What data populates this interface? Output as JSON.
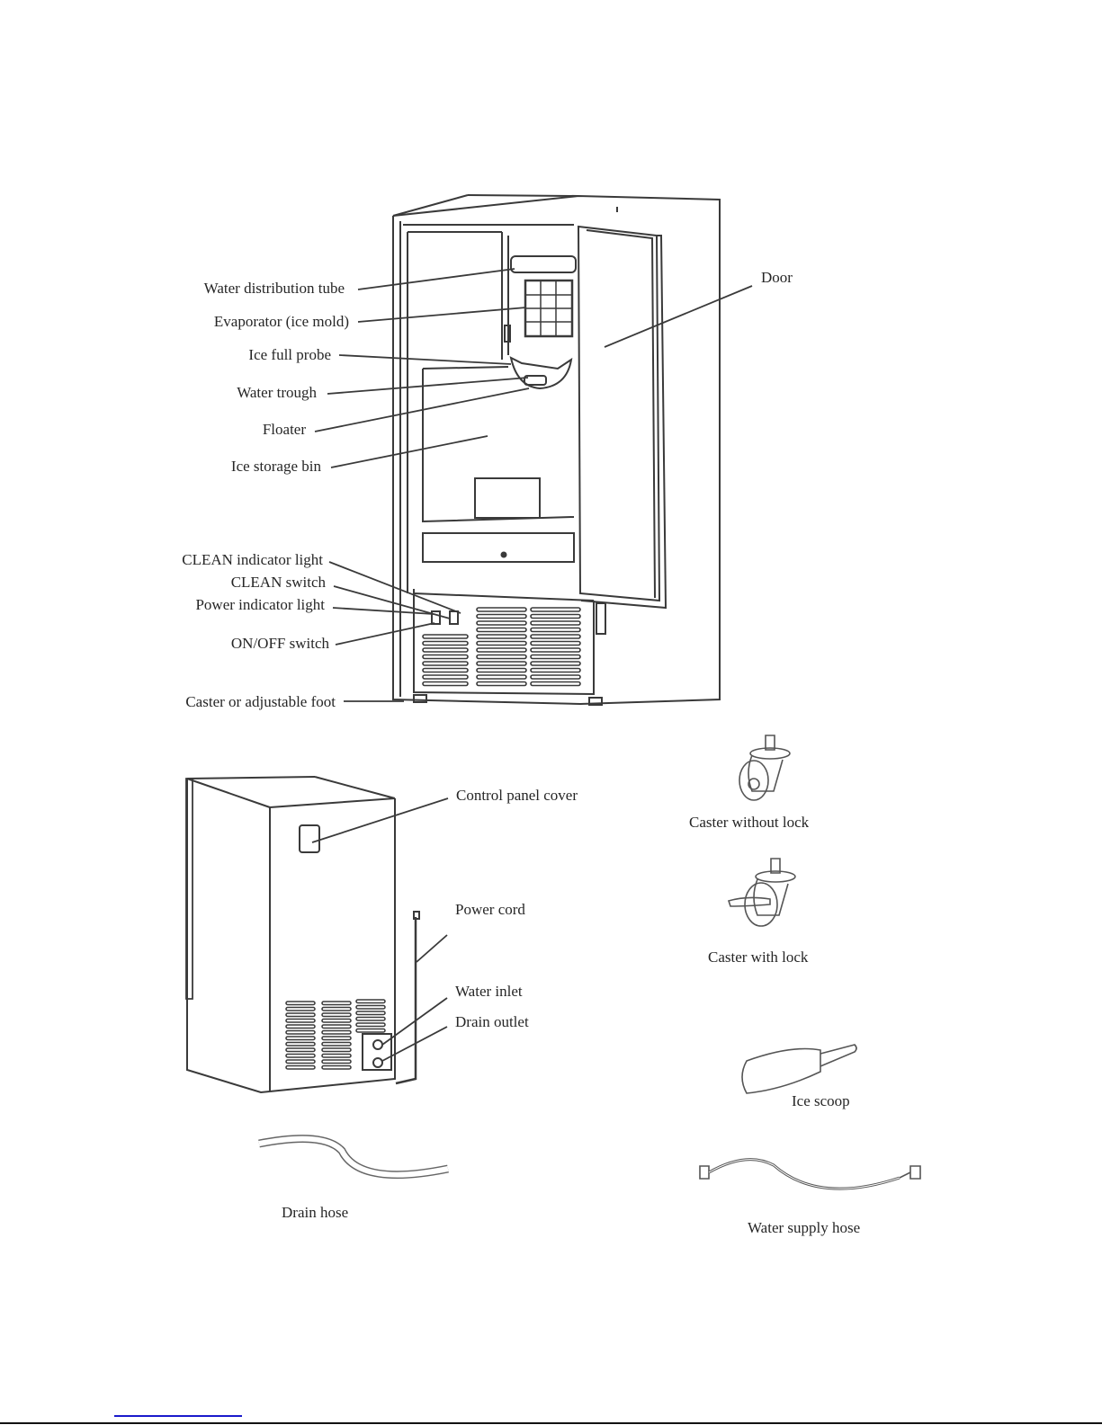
{
  "front_view": {
    "callouts": [
      {
        "id": "water-distribution-tube",
        "label": "Water distribution tube"
      },
      {
        "id": "evaporator",
        "label": "Evaporator (ice mold)"
      },
      {
        "id": "ice-full-probe",
        "label": "Ice full probe"
      },
      {
        "id": "water-trough",
        "label": "Water trough"
      },
      {
        "id": "floater",
        "label": "Floater"
      },
      {
        "id": "ice-storage-bin",
        "label": "Ice storage bin"
      },
      {
        "id": "clean-indicator-light",
        "label": "CLEAN indicator light"
      },
      {
        "id": "clean-switch",
        "label": "CLEAN switch"
      },
      {
        "id": "power-indicator-light",
        "label": "Power indicator light"
      },
      {
        "id": "on-off-switch",
        "label": "ON/OFF switch"
      },
      {
        "id": "caster-foot",
        "label": "Caster or adjustable foot"
      },
      {
        "id": "door",
        "label": "Door"
      }
    ]
  },
  "rear_view": {
    "callouts": [
      {
        "id": "control-panel-cover",
        "label": "Control panel cover"
      },
      {
        "id": "power-cord",
        "label": "Power cord"
      },
      {
        "id": "water-inlet",
        "label": "Water inlet"
      },
      {
        "id": "drain-outlet",
        "label": "Drain outlet"
      }
    ]
  },
  "accessories": [
    {
      "id": "caster-without-lock",
      "label": "Caster without lock"
    },
    {
      "id": "caster-with-lock",
      "label": "Caster with lock"
    },
    {
      "id": "ice-scoop",
      "label": "Ice scoop"
    },
    {
      "id": "drain-hose",
      "label": "Drain hose"
    },
    {
      "id": "water-supply-hose",
      "label": "Water supply hose"
    }
  ],
  "colors": {
    "line": "#333333",
    "text": "#262626",
    "link_underline": "#1a1acc"
  }
}
